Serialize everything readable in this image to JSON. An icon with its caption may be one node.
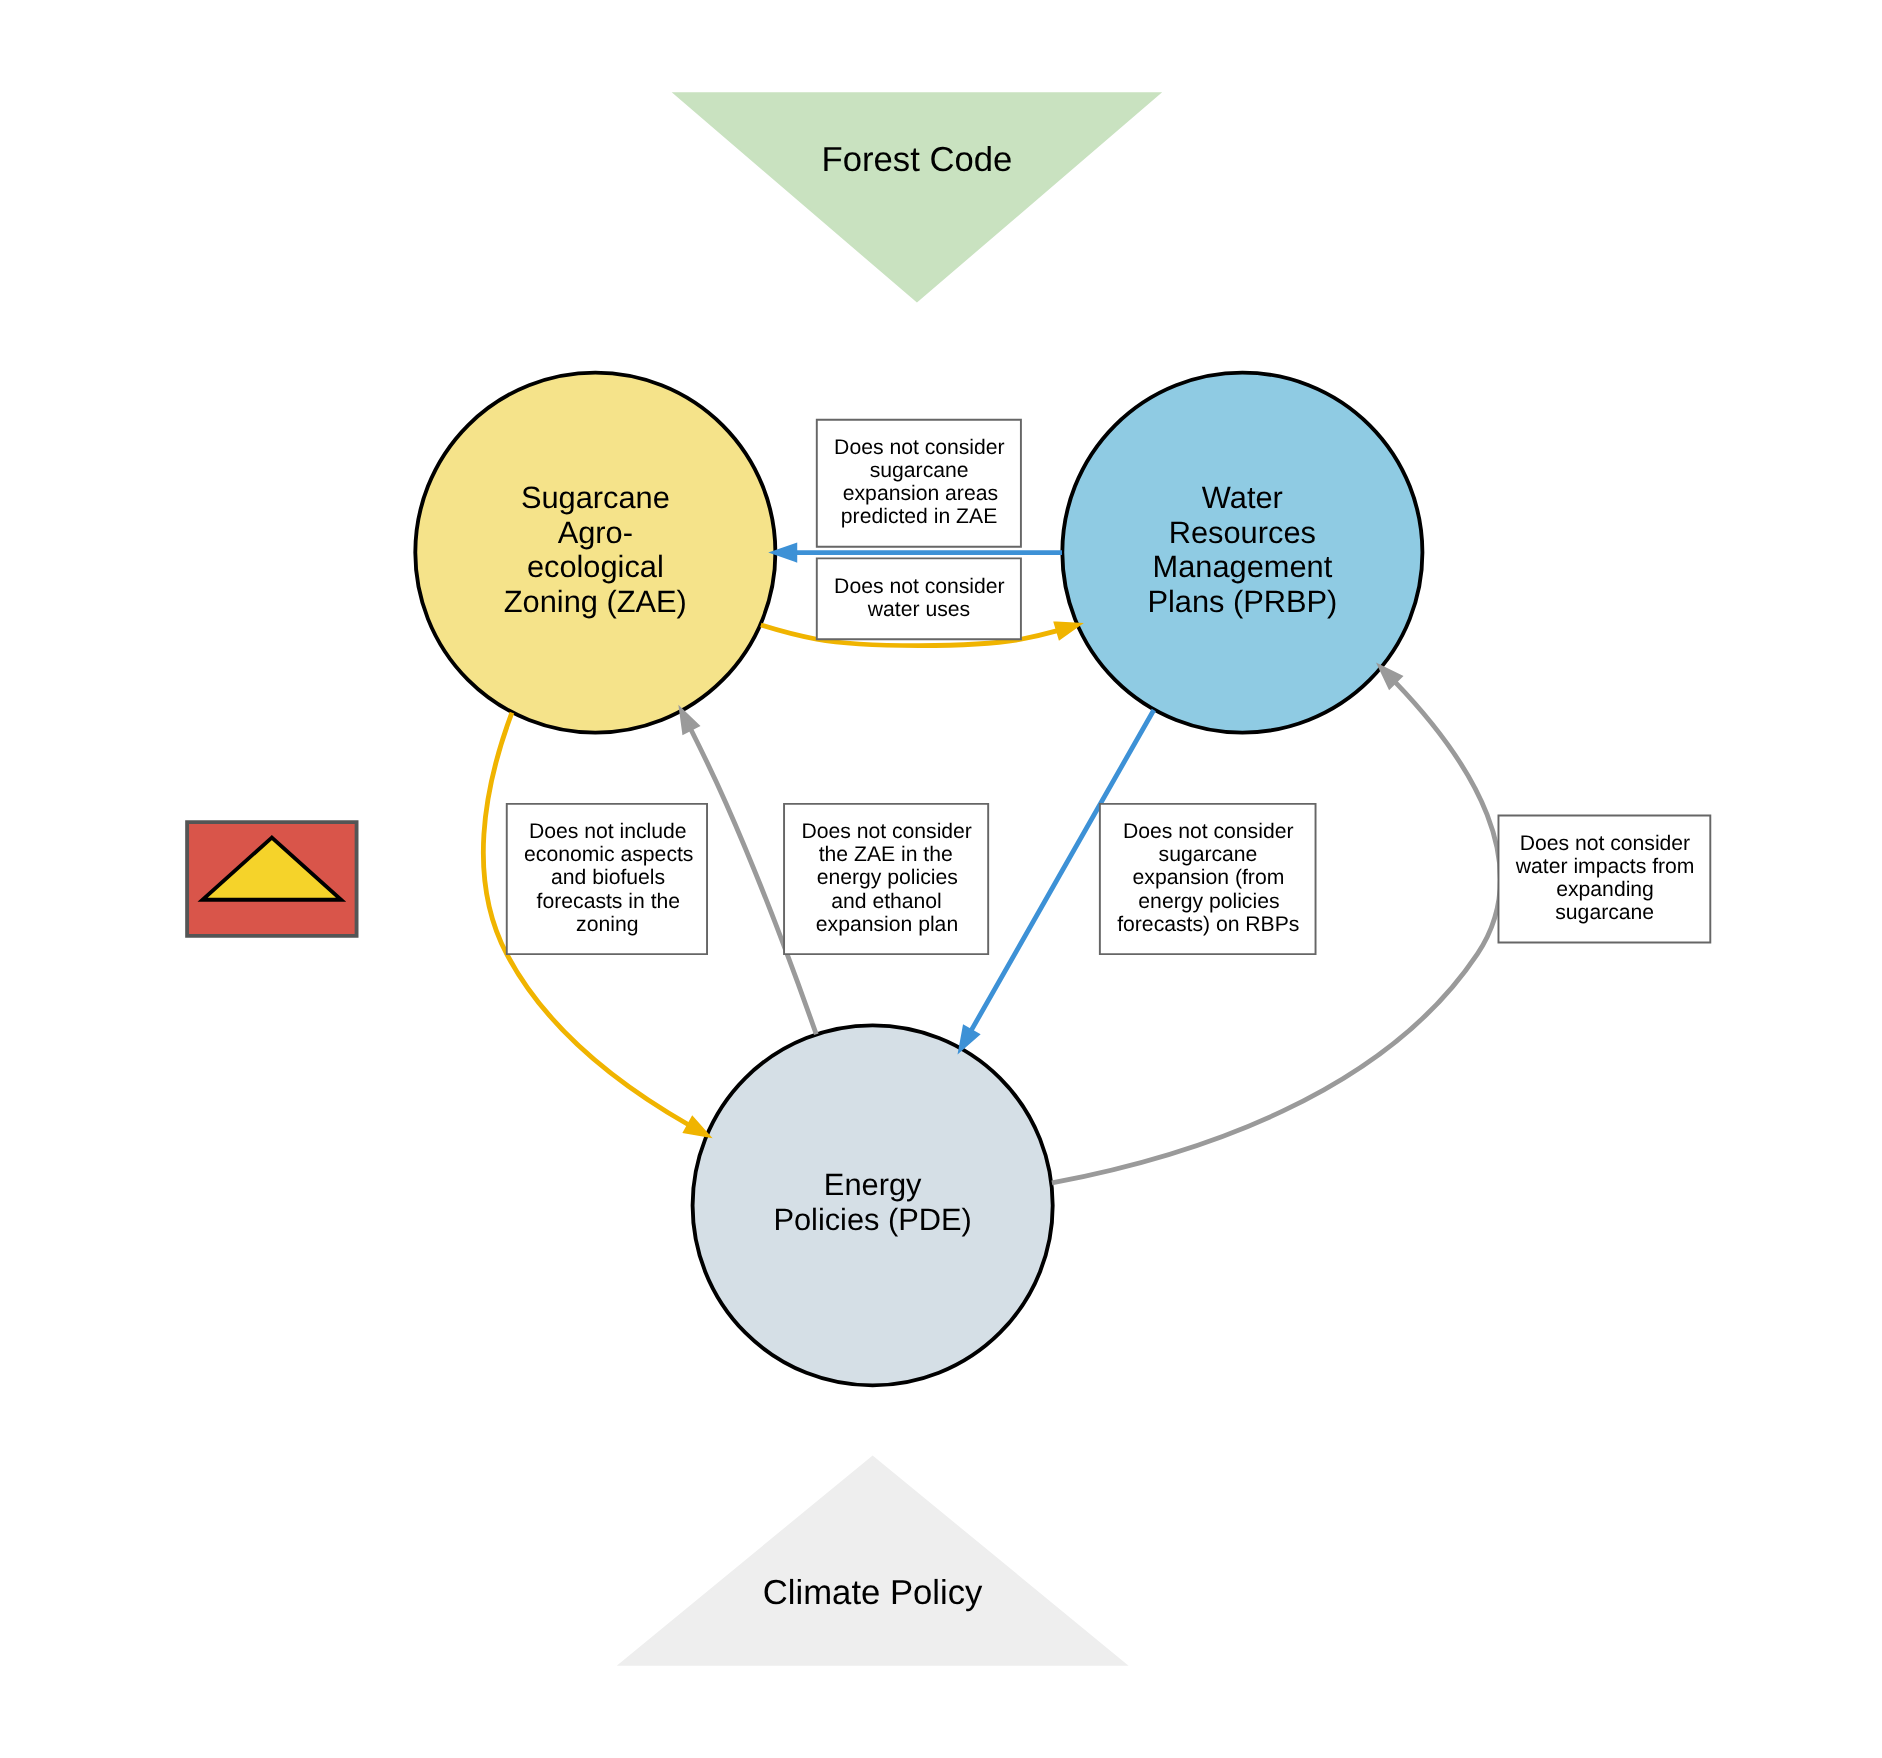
{
  "diagram": {
    "nodes": [
      {
        "text": [
          "Forest Code"
        ]
      },
      {
        "text": [
          "Sugarcane Agro-ecological Zoning (ZAE)"
        ]
      },
      {
        "text": [
          "Water Resources Management Plans (PRBP)"
        ]
      },
      {
        "text": [],
        "shape": "triangle"
      },
      {
        "text": [],
        "shape": "triangle",
        "in": 3
      },
      {
        "text": [
          "Energy Policies (PDE)"
        ]
      },
      {
        "text": [
          "Climate Policy"
        ]
      }
    ],
    "edges": [
      {
        "from": 1,
        "to": 2,
        "arrow": "to",
        "label": "Does not consider water uses",
        "color": "#f0b400"
      },
      {
        "from": 2,
        "to": 1,
        "arrow": "to",
        "label": "Does not consider sugarcane expansion areas predicted in ZAE",
        "color": "#3d91d6"
      },
      {
        "from": 5,
        "to": 1,
        "arrow": "to",
        "label": "Does not consider the ZAE in the energy policies and ethanol expansion plan",
        "color": "#9a9a9a"
      },
      {
        "from": 1,
        "to": 5,
        "arrow": "to",
        "label": "Does not include economic aspects and biofuels forecasts in the zoning",
        "color": "#f0b400"
      },
      {
        "from": 5,
        "to": 2,
        "arrow": "to",
        "label": "Does not consider water impacts from expanding sugarcane",
        "color": "#9a9a9a"
      },
      {
        "from": 2,
        "to": 5,
        "arrow": "to",
        "label": "Does not consider sugarcane expansion (from energy policies forecasts) on RBPs",
        "color": "#3d91d6"
      }
    ]
  }
}
